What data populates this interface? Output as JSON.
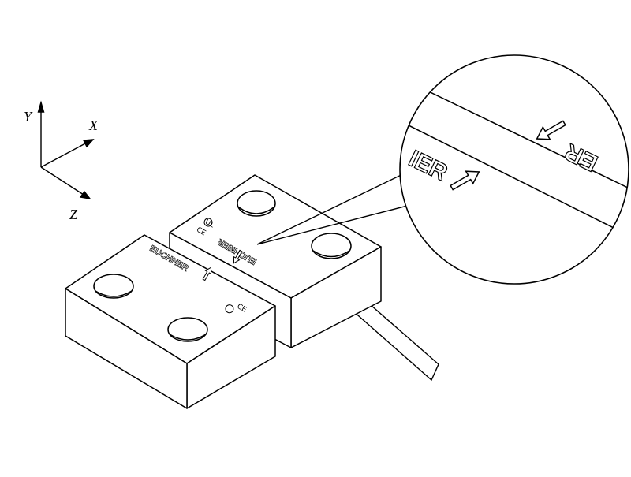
{
  "figure": {
    "axes": {
      "y": "Y",
      "x": "X",
      "z": "Z"
    },
    "brand": "EUCHNER",
    "marks": {
      "ce": "CE",
      "ul": "UL"
    },
    "zoom": {
      "left_text": "IER",
      "right_text": "ER"
    },
    "colors": {
      "stroke": "#000000",
      "fill": "#ffffff"
    }
  }
}
